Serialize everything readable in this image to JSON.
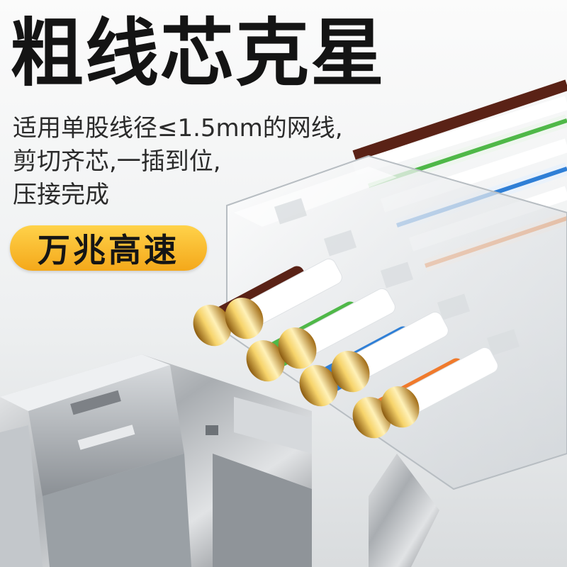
{
  "headline": "粗线芯克星",
  "description": {
    "line1": "适用单股线径≤1.5mm的网线,",
    "line2": "剪切齐芯,一插到位,",
    "line3": "压接完成"
  },
  "badge": {
    "label": "万兆高速",
    "color_top": "#ffd24a",
    "color_bottom": "#f4a81a"
  },
  "illustration": {
    "wire_colors": [
      "#5a2216",
      "#ffffff",
      "#4fb848",
      "#ffffff",
      "#2f7fd6",
      "#ffffff",
      "#f07a2c",
      "#ffffff"
    ],
    "pin_color": "#e0b13c"
  }
}
